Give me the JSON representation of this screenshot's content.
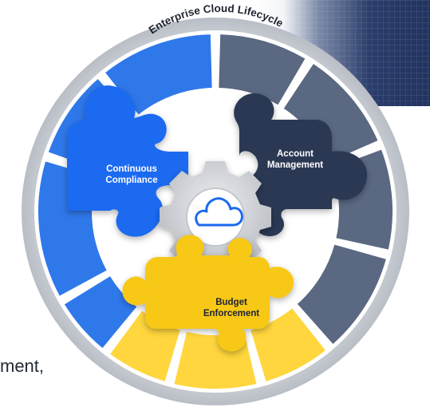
{
  "ring": {
    "title": "Enterprise Cloud Lifecycle"
  },
  "pieces": {
    "continuous_compliance": {
      "line1": "Continuous",
      "line2": "Compliance",
      "color": "#1a6af0"
    },
    "account_management": {
      "line1": "Account",
      "line2": "Management",
      "color": "#2b3752"
    },
    "budget_enforcement": {
      "line1": "Budget",
      "line2": "Enforcement",
      "color": "#f7c815"
    }
  },
  "center": {
    "icon": "cloud-icon"
  },
  "segment_colors": {
    "blue": "#2f78ea",
    "slate": "#5a6882",
    "yellow": "#ffd63d"
  },
  "partial_text": "ment,"
}
